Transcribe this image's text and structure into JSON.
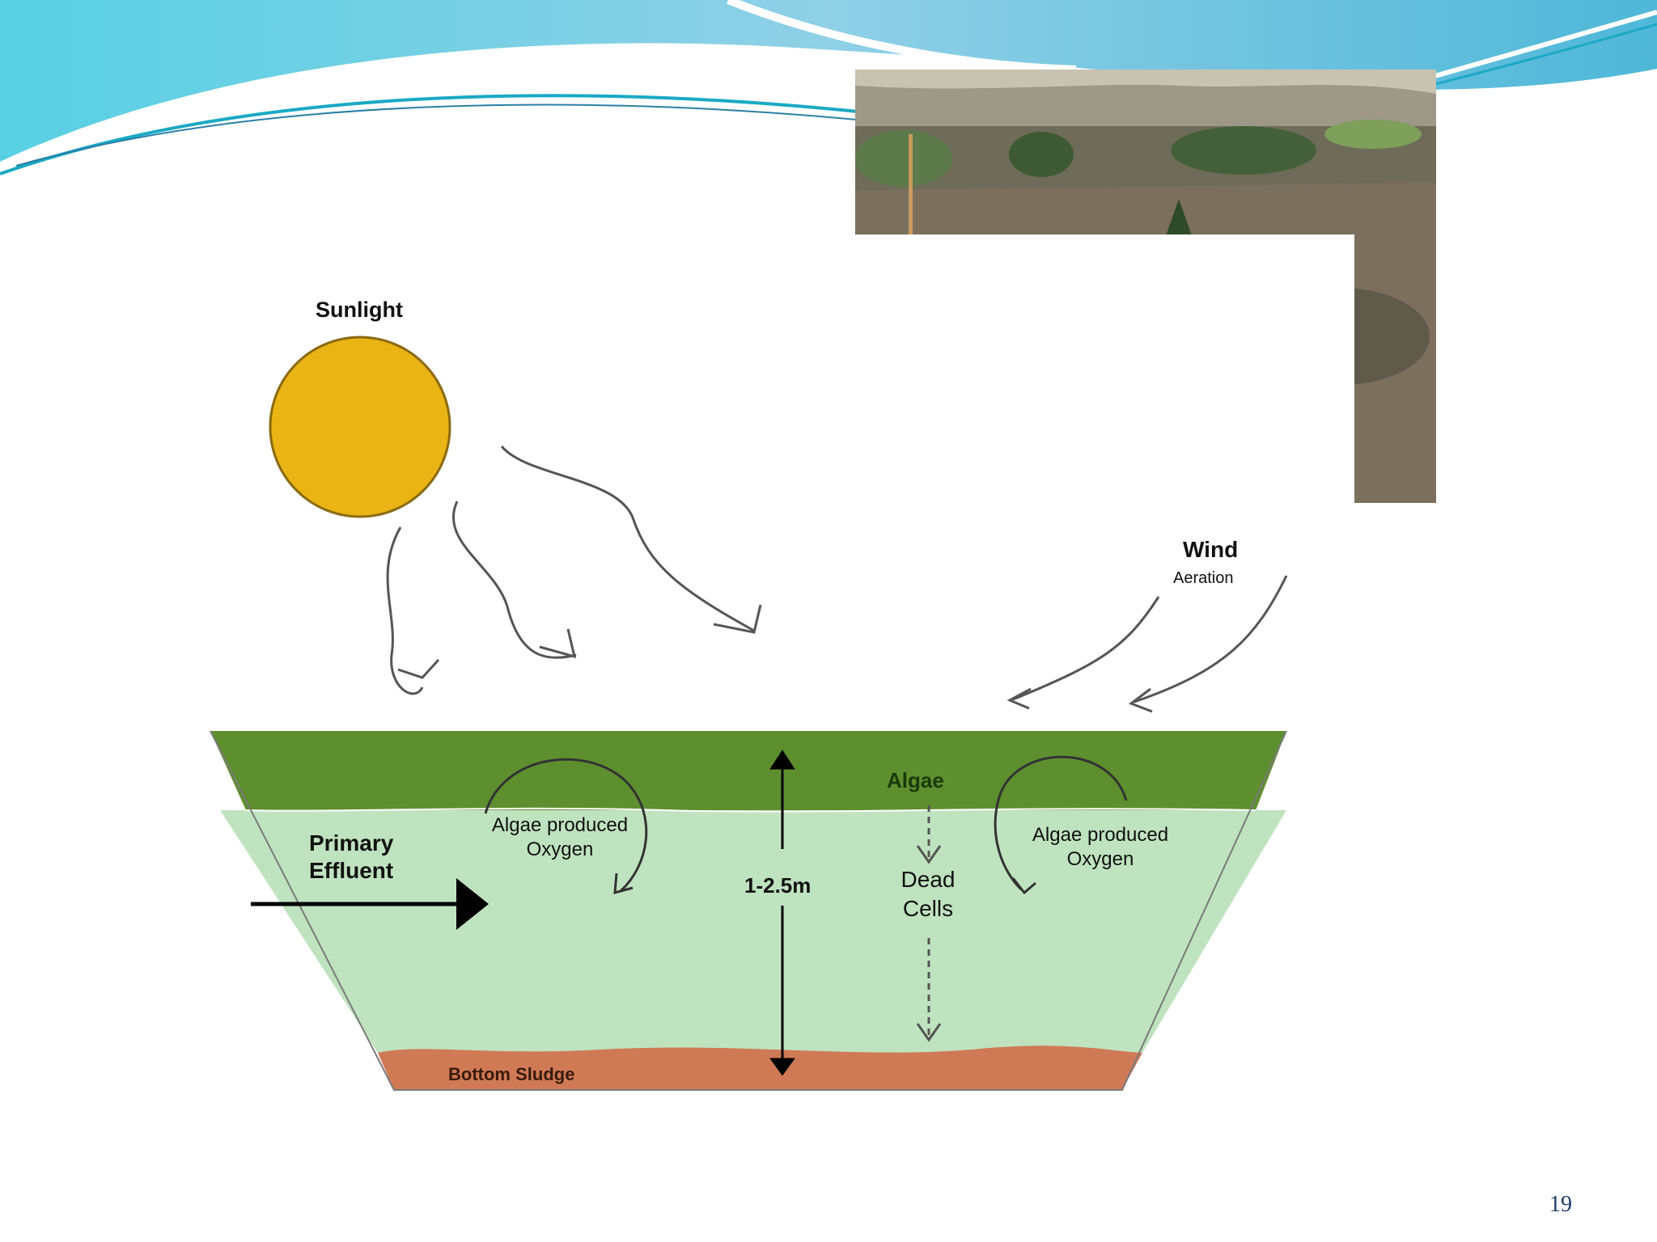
{
  "slide": {
    "page_number": "19"
  },
  "diagram": {
    "sunlight_label": "Sunlight",
    "wind_label": "Wind",
    "aeration_label": "Aeration",
    "algae_label": "Algae",
    "primary_effluent_line1": "Primary",
    "primary_effluent_line2": "Effluent",
    "algae_oxygen_left_line1": "Algae produced",
    "algae_oxygen_left_line2": "Oxygen",
    "algae_oxygen_right_line1": "Algae produced",
    "algae_oxygen_right_line2": "Oxygen",
    "depth_label": "1-2.5m",
    "dead_cells_line1": "Dead",
    "dead_cells_line2": "Cells",
    "bottom_sludge_label": "Bottom Sludge",
    "colors": {
      "sun": "#e9b414",
      "algae_layer": "#5e8f2f",
      "water": "#bfe3bf",
      "sludge": "#cf7a55"
    }
  },
  "photo": {
    "subject": "oxidation pond in arid landscape"
  },
  "theme": {
    "wave_colors": [
      "#6fd6e6",
      "#1aa9c4",
      "#2a7fa8"
    ]
  }
}
